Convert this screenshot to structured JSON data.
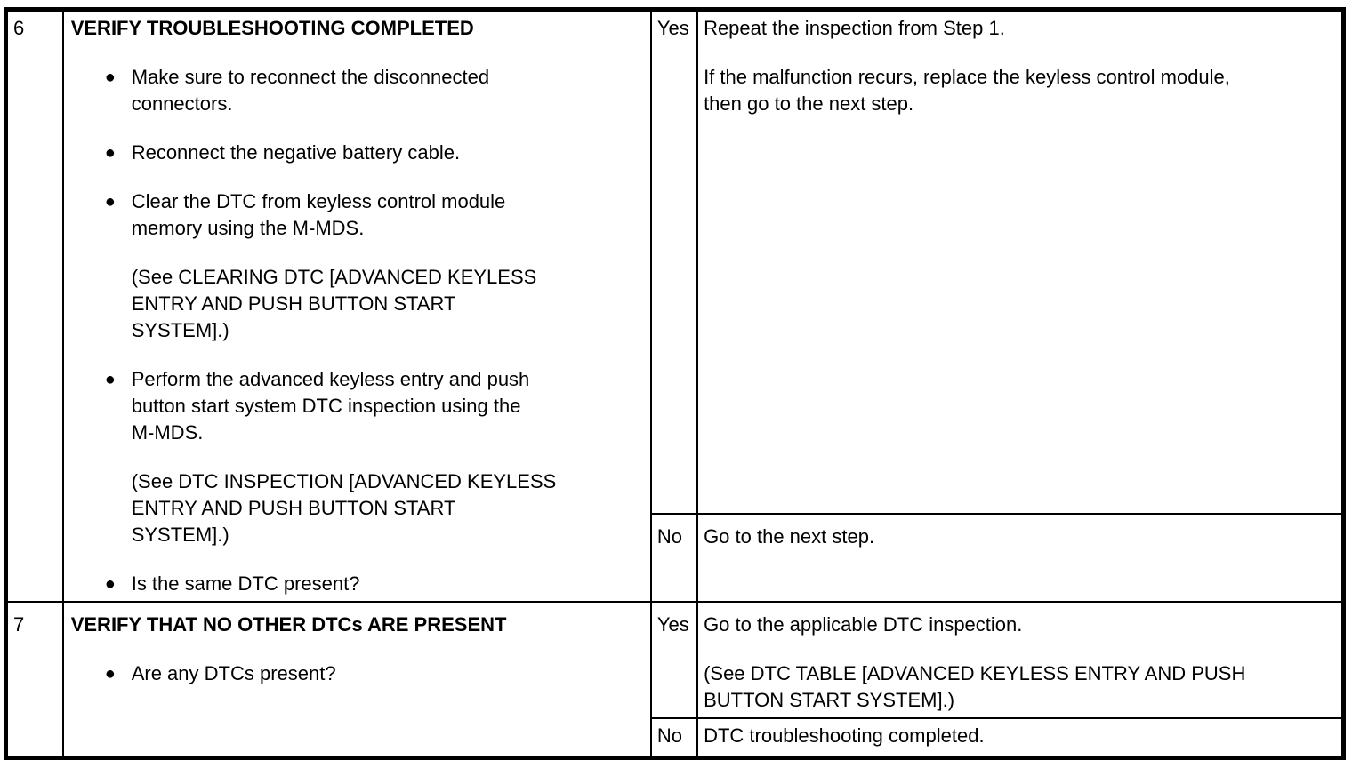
{
  "page": {
    "background_color": "#ffffff",
    "border_color": "#000000",
    "text_color": "#000000"
  },
  "table": {
    "rows": [
      {
        "step": "6",
        "action": {
          "title": "VERIFY TROUBLESHOOTING COMPLETED",
          "items": [
            {
              "type": "bullet",
              "lines": [
                "Make sure to reconnect the disconnected",
                "connectors."
              ]
            },
            {
              "type": "bullet",
              "lines": [
                "Reconnect the negative battery cable."
              ]
            },
            {
              "type": "bullet",
              "lines": [
                "Clear the DTC from keyless control module",
                "memory using the M-MDS."
              ]
            },
            {
              "type": "note",
              "lines": [
                "(See CLEARING DTC [ADVANCED KEYLESS",
                "ENTRY AND PUSH BUTTON START",
                "SYSTEM].)"
              ]
            },
            {
              "type": "bullet",
              "lines": [
                "Perform the advanced keyless entry and push",
                "button start system DTC inspection using the",
                "M-MDS."
              ]
            },
            {
              "type": "note",
              "lines": [
                "(See DTC INSPECTION [ADVANCED KEYLESS",
                "ENTRY AND PUSH BUTTON START",
                "SYSTEM].)"
              ]
            },
            {
              "type": "bullet",
              "lines": [
                "Is the same DTC present?"
              ]
            }
          ]
        },
        "yes": {
          "label": "Yes",
          "paragraphs": [
            [
              "Repeat the inspection from Step 1."
            ],
            [
              "If the malfunction recurs, replace the keyless control module,",
              "then go to the next step."
            ]
          ]
        },
        "no": {
          "label": "No",
          "paragraphs": [
            [
              "Go to the next step."
            ]
          ]
        }
      },
      {
        "step": "7",
        "action": {
          "title": "VERIFY THAT NO OTHER DTCs ARE PRESENT",
          "items": [
            {
              "type": "bullet",
              "lines": [
                "Are any DTCs present?"
              ]
            }
          ]
        },
        "yes": {
          "label": "Yes",
          "paragraphs": [
            [
              "Go to the applicable DTC inspection."
            ],
            [
              "(See DTC TABLE [ADVANCED KEYLESS ENTRY AND PUSH",
              "BUTTON START SYSTEM].)"
            ]
          ]
        },
        "no": {
          "label": "No",
          "paragraphs": [
            [
              "DTC troubleshooting completed."
            ]
          ]
        }
      }
    ]
  }
}
